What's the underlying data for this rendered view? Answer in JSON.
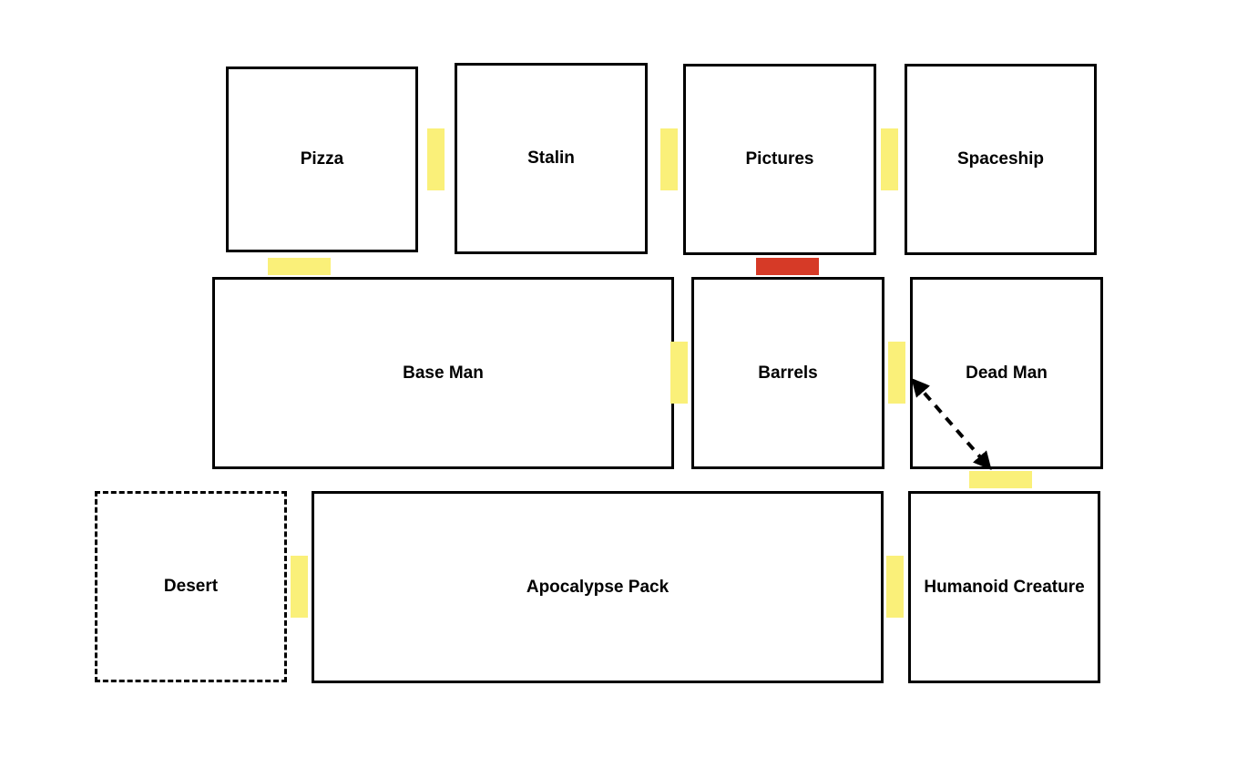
{
  "colors": {
    "door_open": "#FAF079",
    "door_locked": "#D63A27",
    "room_border": "#000000"
  },
  "rooms": {
    "pizza": "Pizza",
    "stalin": "Stalin",
    "pictures": "Pictures",
    "spaceship": "Spaceship",
    "base_man": "Base Man",
    "barrels": "Barrels",
    "dead_man": "Dead Man",
    "desert": "Desert",
    "apocalypse_pack": "Apocalypse Pack",
    "humanoid_creature": "Humanoid Creature"
  },
  "connections": [
    {
      "from": "Pizza",
      "to": "Stalin",
      "door": "open"
    },
    {
      "from": "Stalin",
      "to": "Pictures",
      "door": "open"
    },
    {
      "from": "Pictures",
      "to": "Spaceship",
      "door": "open"
    },
    {
      "from": "Pizza",
      "to": "Base Man",
      "door": "open"
    },
    {
      "from": "Pictures",
      "to": "Barrels",
      "door": "locked"
    },
    {
      "from": "Base Man",
      "to": "Barrels",
      "door": "open"
    },
    {
      "from": "Barrels",
      "to": "Dead Man",
      "door": "open"
    },
    {
      "from": "Dead Man",
      "to": "Humanoid Creature",
      "door": "open"
    },
    {
      "from": "Desert",
      "to": "Apocalypse Pack",
      "door": "open"
    },
    {
      "from": "Apocalypse Pack",
      "to": "Humanoid Creature",
      "door": "open"
    }
  ]
}
